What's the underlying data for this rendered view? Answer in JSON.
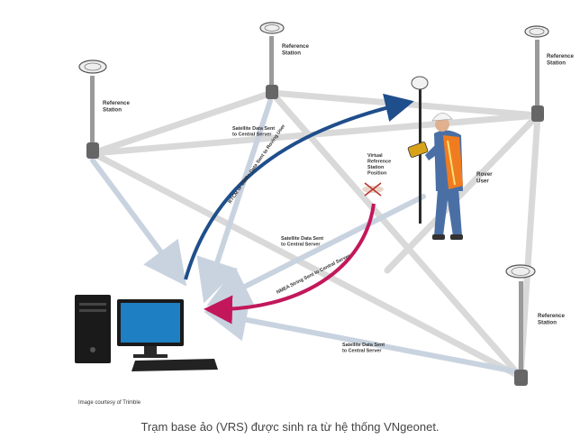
{
  "labels": {
    "ref_station": [
      "Reference",
      "Station"
    ],
    "rover_user": [
      "Rover",
      "User"
    ],
    "virtual_ref": [
      "Virtual",
      "Reference",
      "Station",
      "Position"
    ],
    "sat_to_server": [
      "Satellite Data Sent",
      "to Central Server"
    ],
    "rtcm": "RTCM or CMR+ Data Sent to Roving User",
    "nmea": "NMEA String Sent to Central Server",
    "credit": "Image courtesy of Trimble"
  },
  "caption": "Trạm base ảo (VRS) được sinh ra từ hệ thống VNgeonet.",
  "colors": {
    "rtcm_arrow": "#1f4e8c",
    "nmea_arrow": "#c2185b",
    "data_beam": "#c9d3e0",
    "network_beam": "#d9d9d9",
    "vest": "#f07c1f",
    "shirt": "#4a6fa5"
  },
  "icons": [
    "gnss-antenna-icon",
    "computer-server-icon",
    "rover-surveyor-icon",
    "virtual-station-x-icon"
  ]
}
